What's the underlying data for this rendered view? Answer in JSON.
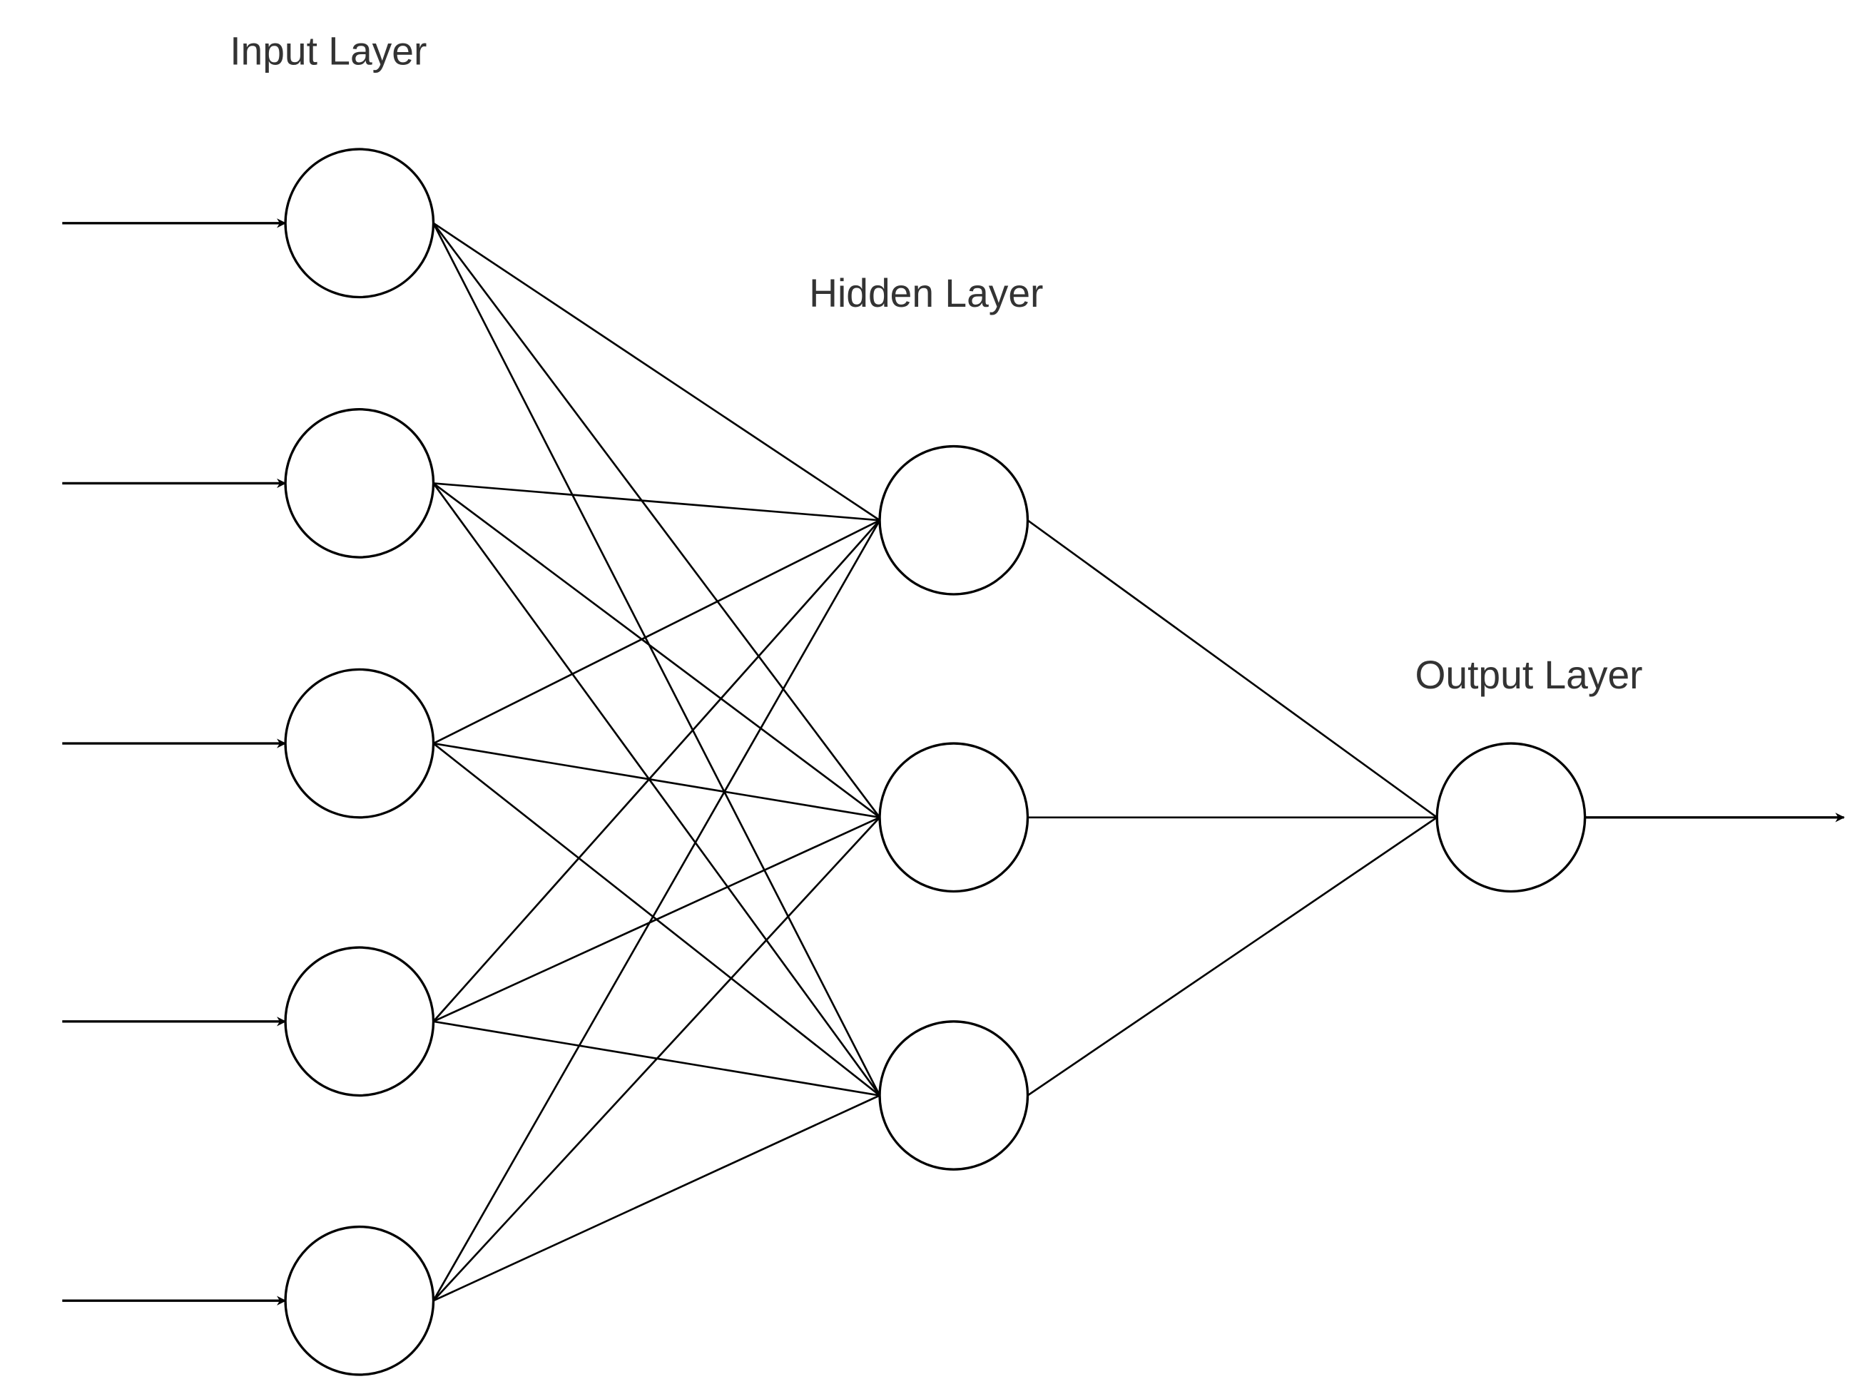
{
  "diagram": {
    "type": "neural-network",
    "layers": [
      {
        "name": "input",
        "label": "Input Layer",
        "nodes": 5
      },
      {
        "name": "hidden",
        "label": "Hidden Layer",
        "nodes": 3
      },
      {
        "name": "output",
        "label": "Output Layer",
        "nodes": 1
      }
    ],
    "connections": "fully-connected",
    "input_arrows": 5,
    "output_arrows": 1,
    "colors": {
      "stroke": "#000000",
      "label": "#333333",
      "background": "#ffffff"
    }
  }
}
